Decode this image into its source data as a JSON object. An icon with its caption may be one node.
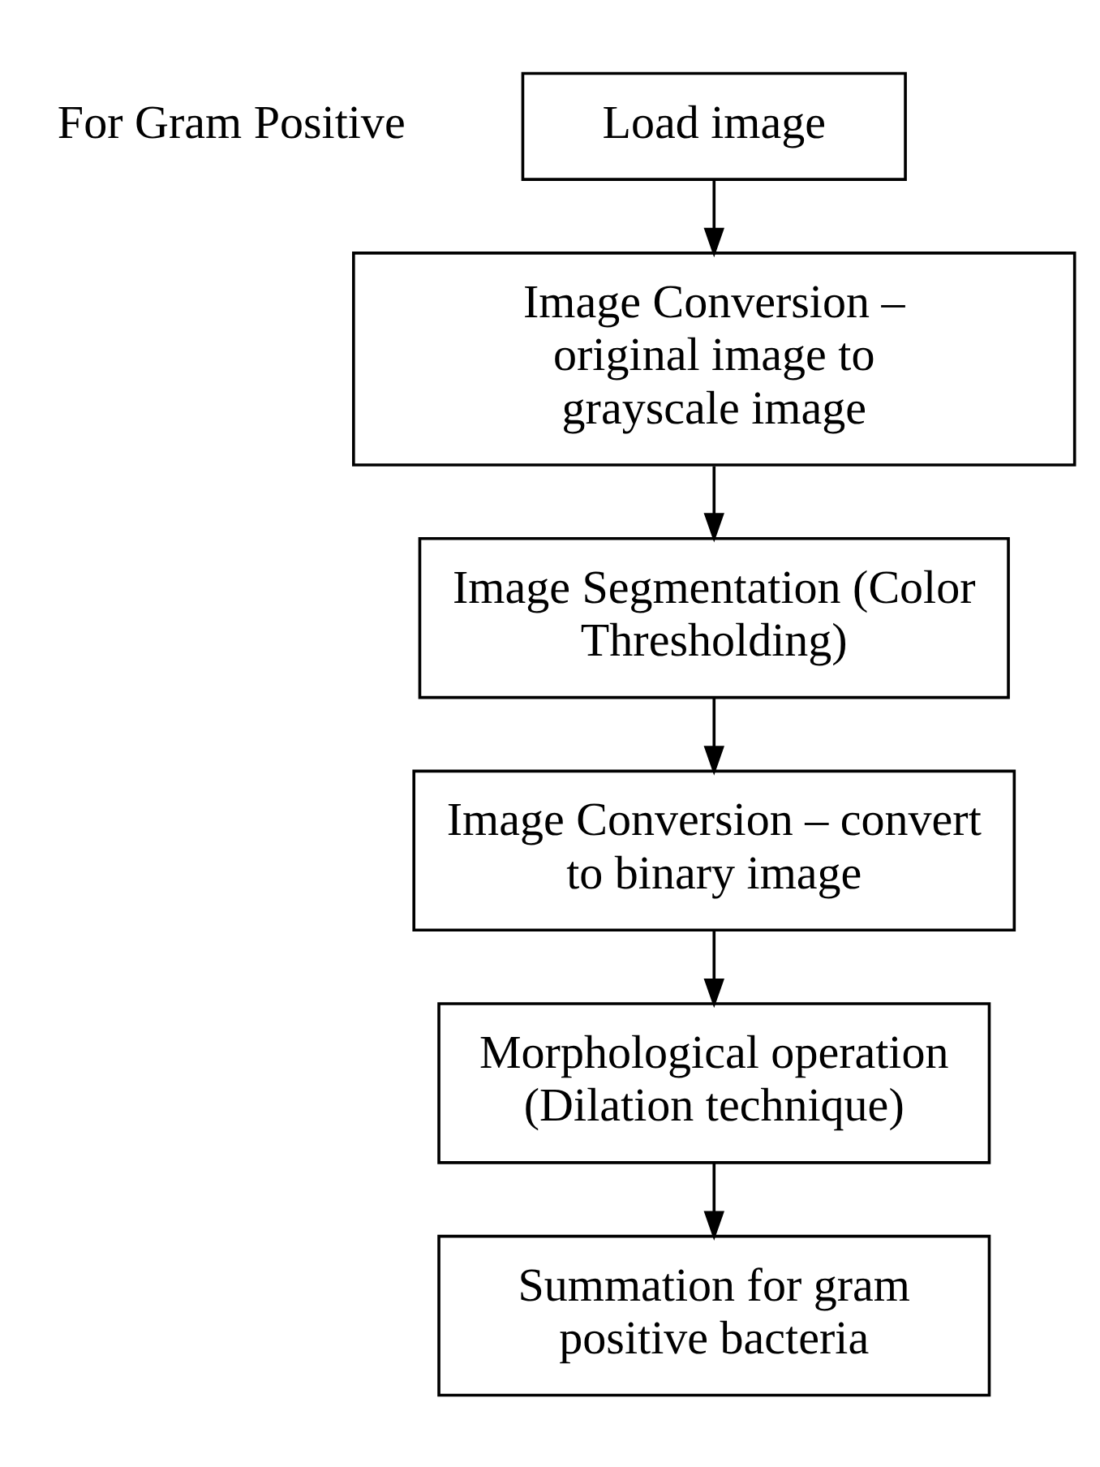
{
  "diagram": {
    "nodes": [
      {
        "text": [
          "Load image"
        ]
      },
      {
        "text": [
          "Image Conversion – original image to grayscale image"
        ]
      },
      {
        "text": [
          "Image Segmentation (Color Thresholding)"
        ]
      },
      {
        "text": [
          "Image Conversion – convert to binary image"
        ]
      },
      {
        "text": [
          "Morphological operation (Dilation technique)"
        ]
      },
      {
        "text": [
          "Summation for gram positive bacteria"
        ]
      }
    ],
    "edges": [
      {
        "from": 0,
        "to": 1,
        "arrow": "to"
      },
      {
        "from": 1,
        "to": 2,
        "arrow": "to"
      },
      {
        "from": 2,
        "to": 3,
        "arrow": "to"
      },
      {
        "from": 3,
        "to": 4,
        "arrow": "to"
      },
      {
        "from": 4,
        "to": 5,
        "arrow": "to"
      }
    ],
    "labels": [
      "For Gram Positive"
    ]
  }
}
